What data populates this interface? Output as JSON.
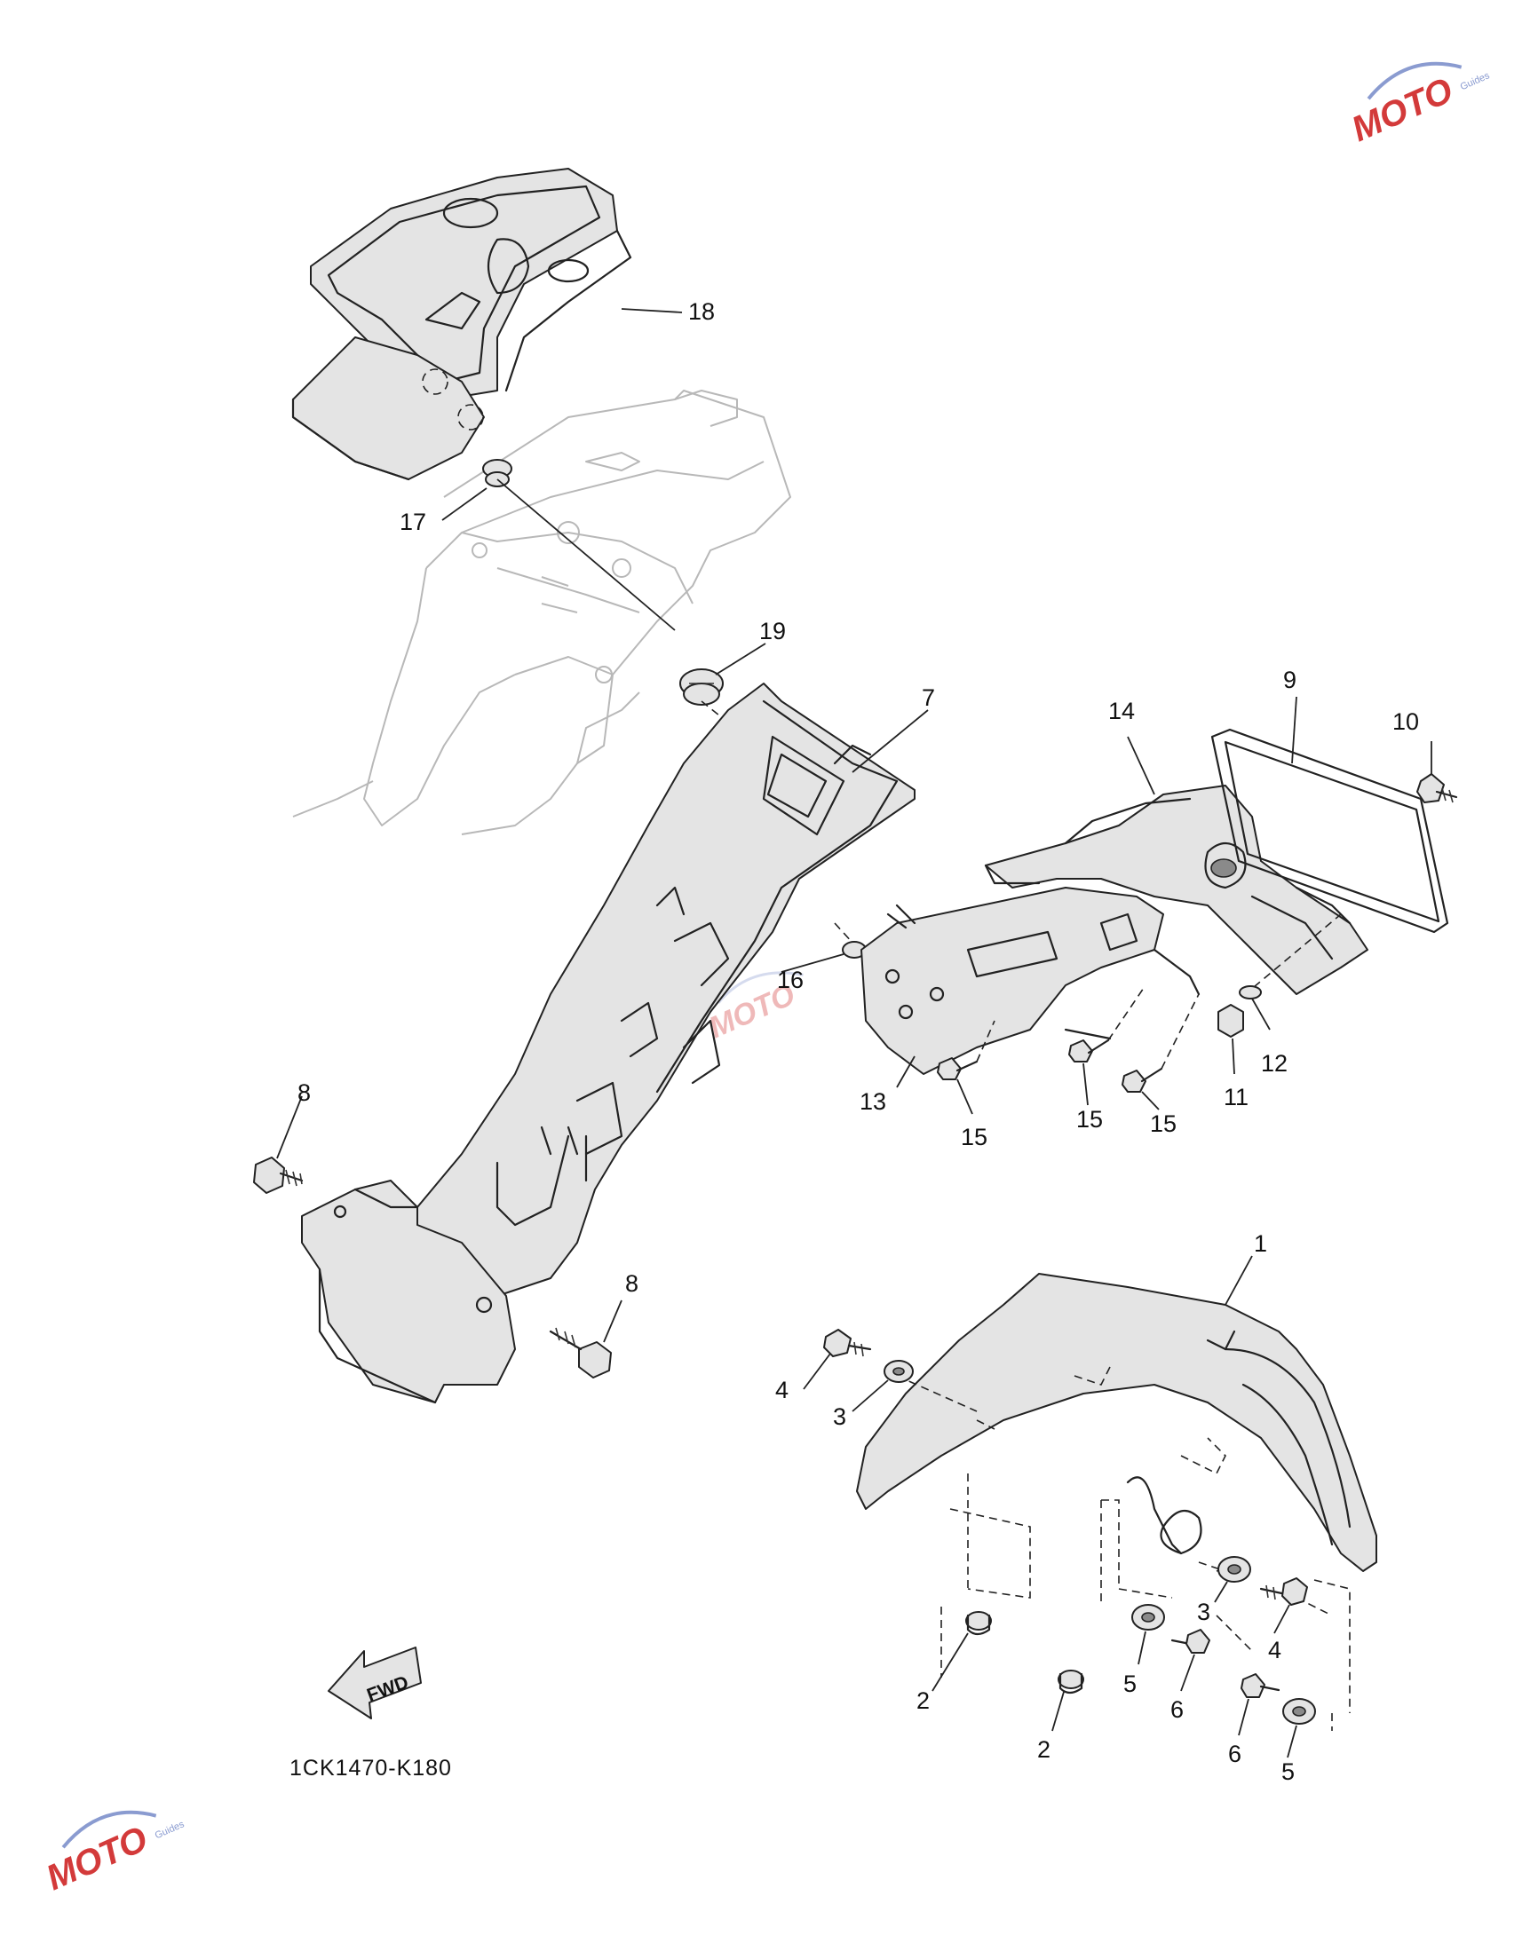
{
  "diagram_code": "1CK1470-K180",
  "fwd_label": "FWD",
  "watermark": {
    "text": "MOTO",
    "sub": "Guides"
  },
  "callouts": {
    "c1": "1",
    "c2a": "2",
    "c2b": "2",
    "c3a": "3",
    "c3b": "3",
    "c4a": "4",
    "c4b": "4",
    "c5a": "5",
    "c5b": "5",
    "c6a": "6",
    "c6b": "6",
    "c7": "7",
    "c8a": "8",
    "c8b": "8",
    "c9": "9",
    "c10": "10",
    "c11": "11",
    "c12": "12",
    "c13": "13",
    "c14": "14",
    "c15a": "15",
    "c15b": "15",
    "c15c": "15",
    "c16": "16",
    "c17": "17",
    "c18": "18",
    "c19": "19"
  }
}
